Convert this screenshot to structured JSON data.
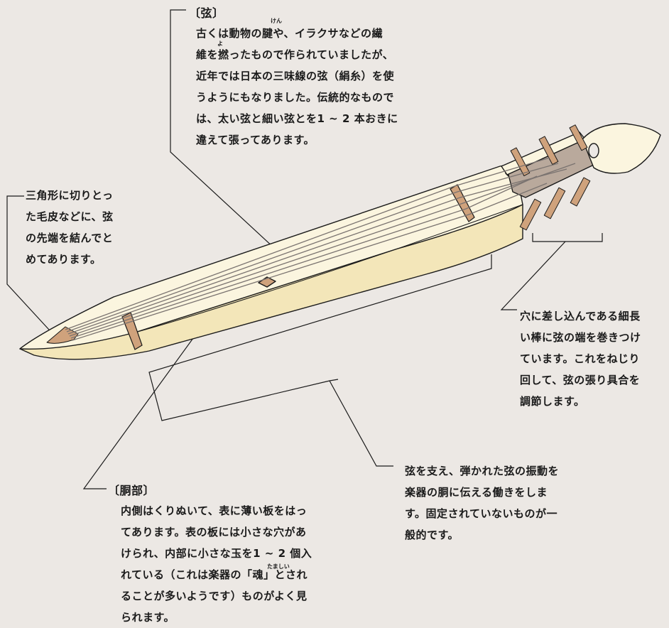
{
  "diagram": {
    "colors": {
      "background": "#ece8e4",
      "body_light": "#fbf5df",
      "body_side": "#f3e6b9",
      "outline": "#1a1a1a",
      "wood": "#cfa27c",
      "wood_dark": "#a56e47",
      "peg_box": "#b9a99c"
    }
  },
  "annotations": {
    "strings": {
      "heading": "〔弦〕",
      "lines": [
        "古くは動物の腱や、イラクサなどの繊",
        "維を撚ったもので作られていましたが、",
        "近年では日本の三味線の弦（絹糸）を使",
        "うようにもなりました。伝統的なもので",
        "は、太い弦と細い弦とを1 ~ 2 本おきに",
        "違えて張ってあります。"
      ],
      "ruby": [
        "けん",
        "よ"
      ]
    },
    "string_end": {
      "lines": [
        "三角形に切りとっ",
        "た毛皮などに、弦",
        "の先端を結んでと",
        "めてあります。"
      ]
    },
    "pegs": {
      "lines": [
        "穴に差し込んである細長",
        "い棒に弦の端を巻きつけ",
        "ています。これをねじり",
        "回して、弦の張り具合を",
        "調節します。"
      ]
    },
    "bridges": {
      "lines": [
        "弦を支え、弾かれた弦の振動を",
        "楽器の胴に伝える働きをしま",
        "す。固定されていないものが一",
        "般的です。"
      ]
    },
    "body": {
      "heading": "〔胴部〕",
      "lines": [
        "内側はくりぬいて、表に薄い板をはっ",
        "てあります。表の板には小さな穴があ",
        "けられ、内部に小さな玉を1 ~ 2 個入",
        "れている（これは楽器の「魂」とされ",
        "ることが多いようです）ものがよく見",
        "られます。"
      ],
      "ruby": [
        "たましい"
      ]
    }
  }
}
